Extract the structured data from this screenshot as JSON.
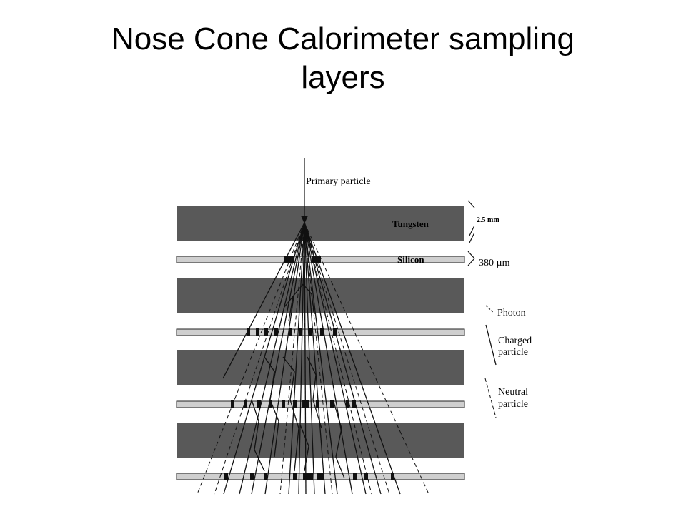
{
  "title": {
    "line1": "Nose Cone Calorimeter sampling",
    "line2": "layers"
  },
  "diagram": {
    "labels": {
      "primary": "Primary particle",
      "tungsten": "Tungsten",
      "silicon": "Silicon",
      "tungsten_thickness": "2.5 mm",
      "silicon_thickness": "380 µm",
      "photon": "Photon",
      "charged_1": "Charged",
      "charged_2": "particle",
      "neutral_1": "Neutral",
      "neutral_2": "particle"
    },
    "colors": {
      "tungsten": "#595959",
      "silicon": "#cfcfcf",
      "lines": "#111111"
    }
  }
}
